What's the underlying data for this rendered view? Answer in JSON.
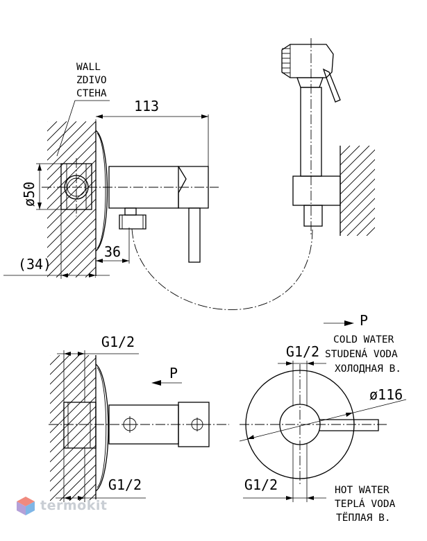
{
  "labels": {
    "wall_en": "WALL",
    "wall_cz": "ZDIVO",
    "wall_ru": "СТЕНА",
    "dim_length": "113",
    "dim_diameter_small": "ø50",
    "dim_depth": "36",
    "dim_offset": "(34)",
    "thread_top": "G1/2",
    "thread_bottom": "G1/2",
    "thread_side": "G1/2",
    "thread_side_bottom": "G1/2",
    "flow_symbol": "P",
    "flow_symbol_right": "P",
    "dim_diameter_large": "ø116",
    "cold_en": "COLD WATER",
    "cold_cz": "STUDENÁ VODA",
    "cold_ru": "ХОЛОДНАЯ В.",
    "hot_en": "HOT WATER",
    "hot_cz": "TEPLÁ VODA",
    "hot_ru": "ТЁПЛАЯ В."
  },
  "watermark": {
    "text": "termokit",
    "colors": [
      "#f08a7e",
      "#7fb6e6",
      "#b4a0d8"
    ]
  }
}
